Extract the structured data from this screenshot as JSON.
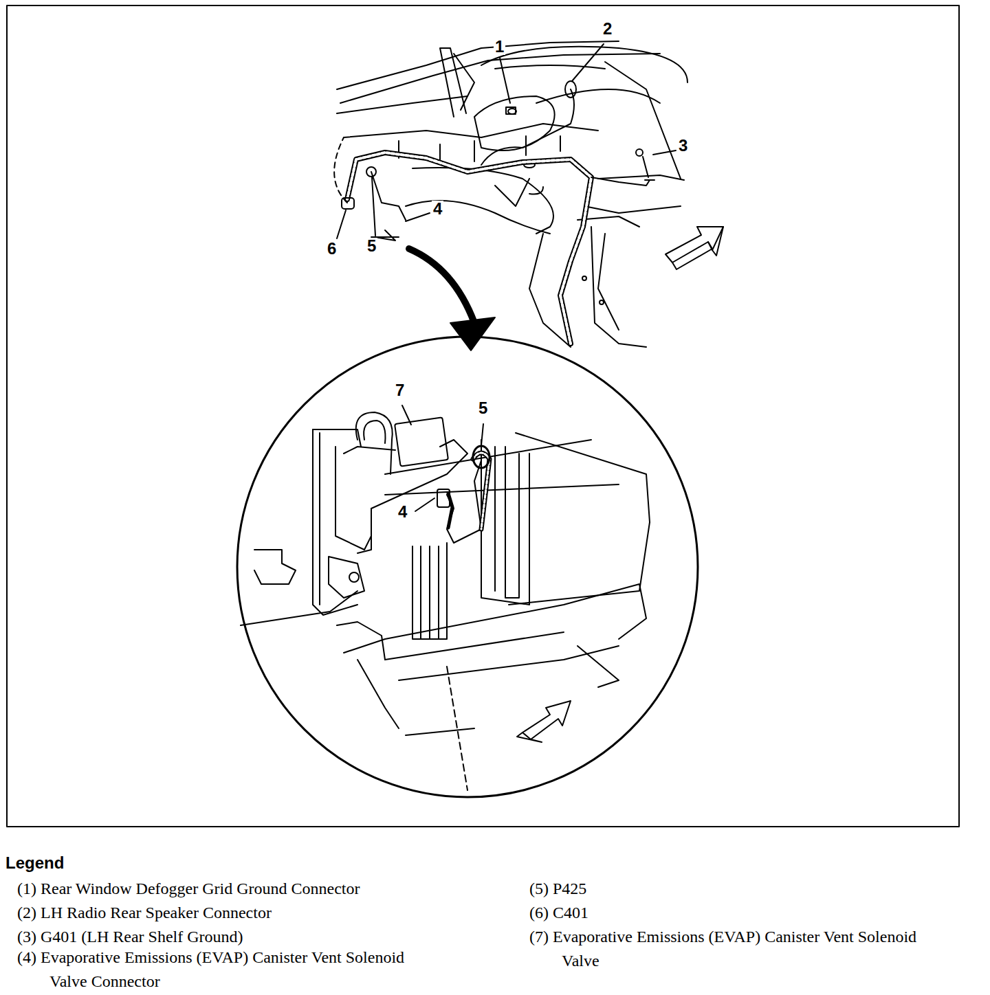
{
  "diagram": {
    "labels": [
      "1",
      "2",
      "3",
      "4",
      "5",
      "6",
      "7",
      "5",
      "4",
      "Legend"
    ],
    "legend": [
      {
        "text": "(1) Rear Window Defogger Grid Ground Connector"
      },
      {
        "text": "(2) LH Radio Rear Speaker Connector"
      },
      {
        "text": "(3) G401 (LH Rear Shelf Ground)"
      },
      {
        "text": "(4) Evaporative Emissions (EVAP) Canister Vent Solenoid Valve Connector"
      },
      {
        "text": "(5) P425"
      },
      {
        "text": "(6) C401"
      },
      {
        "text": "(7) Evaporative Emissions (EVAP) Canister Vent Solenoid Valve"
      }
    ]
  }
}
